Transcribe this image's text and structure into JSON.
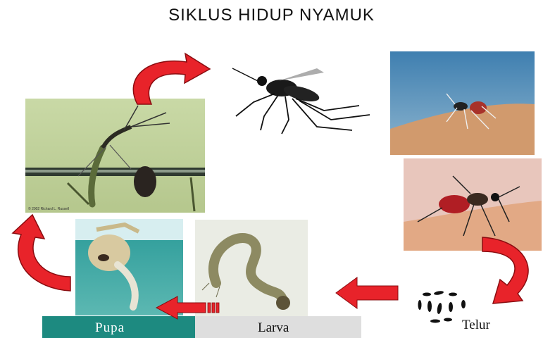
{
  "title": "SIKLUS HIDUP NYAMUK",
  "stages": {
    "telur": "Telur",
    "larva": "Larva",
    "pupa": "Pupa"
  },
  "photo_credit": "© 2002 Richard L. Russell",
  "colors": {
    "arrow_red": "#e8232a",
    "arrow_dark": "#9b0e12",
    "pupa_band": "#1d8a80",
    "larva_band": "#dedede"
  },
  "icons": [
    "curved-arrow-icon",
    "straight-arrow-icon",
    "egg-cluster-icon"
  ]
}
